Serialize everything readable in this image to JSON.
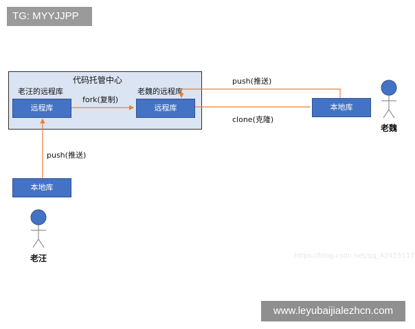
{
  "tags": {
    "top": "TG: MYYJJPP",
    "bottom": "www.leyubaijialezhcn.com"
  },
  "hub": {
    "title": "代码托管中心",
    "laowang_repo_label": "老汪的远程库",
    "laowei_repo_label": "老魏的远程库"
  },
  "boxes": {
    "laowang_remote": "远程库",
    "laowei_remote": "远程库",
    "laowei_local": "本地库",
    "laowang_local": "本地库"
  },
  "edges": {
    "fork": "fork(复制)",
    "push_top": "push(推送)",
    "clone": "clone(克隆)",
    "push_left": "push(推送)"
  },
  "people": {
    "laowei": "老魏",
    "laowang": "老汪"
  },
  "watermark": "https://blog.csdn.net/qq_42455117",
  "colors": {
    "arrow": "#ed7d31",
    "box_fill": "#4472c4",
    "hub_fill": "#dbe4f2",
    "person_fill": "#4472c4",
    "tag_bg": "#999999"
  }
}
